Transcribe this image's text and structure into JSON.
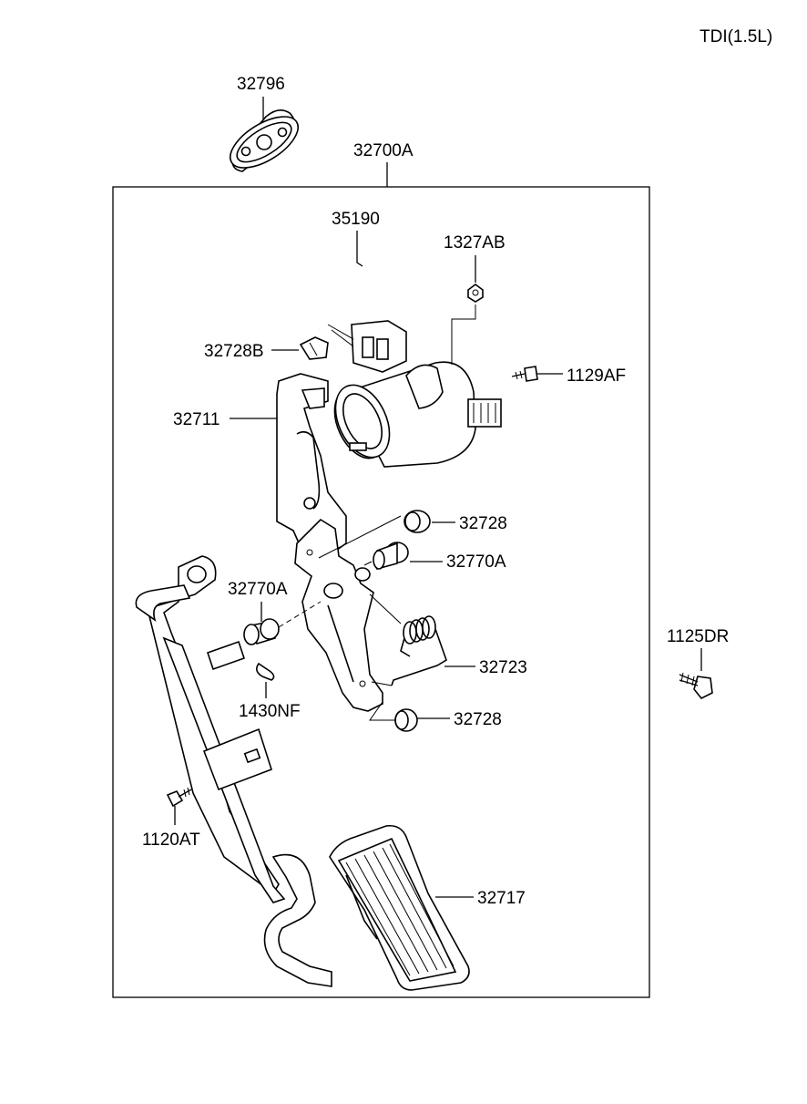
{
  "variant": "TDI(1.5L)",
  "labels": {
    "p32796": "32796",
    "p32700A": "32700A",
    "p35190": "35190",
    "p1327AB": "1327AB",
    "p32728B": "32728B",
    "p1129AF": "1129AF",
    "p32711": "32711",
    "p32728_top": "32728",
    "p32770A_right": "32770A",
    "p32770A_left": "32770A",
    "p1125DR": "1125DR",
    "p32723": "32723",
    "p1430NF": "1430NF",
    "p32728_bottom": "32728",
    "p1120AT": "1120AT",
    "p32717": "32717"
  }
}
